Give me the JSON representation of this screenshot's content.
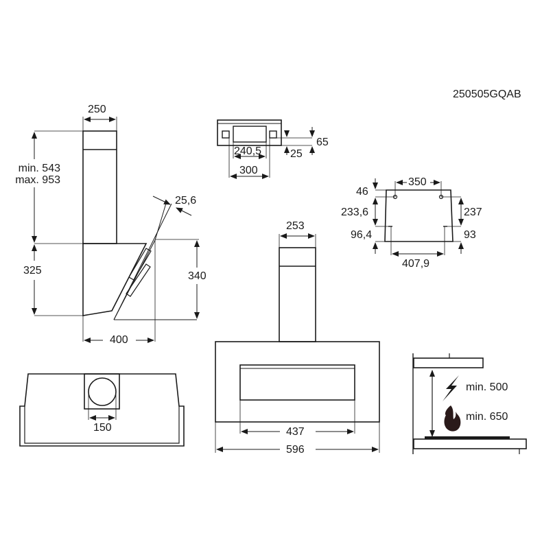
{
  "model_code": "250505GQAB",
  "colors": {
    "line": "#1a1a1a",
    "thin": "#333333",
    "background": "#ffffff",
    "icon_fill": "#2a1a1a"
  },
  "side_view": {
    "chimney_width": "250",
    "height_min": "min. 543",
    "height_max": "max. 953",
    "hood_height": "325",
    "glass_thickness": "25,6",
    "glass_height": "340",
    "depth": "400"
  },
  "bracket_view": {
    "inner_width": "240,5",
    "outer_width": "300",
    "height_small": "25",
    "height_large": "65"
  },
  "mounting_holes": {
    "top_spacing": "350",
    "top_offset": "46",
    "left_vertical": "233,6",
    "right_vertical": "237",
    "left_bottom": "96,4",
    "right_bottom": "93",
    "bottom_spacing": "407,9"
  },
  "front_view": {
    "chimney_width": "253",
    "panel_width": "437",
    "total_width": "596"
  },
  "top_view": {
    "duct_diameter": "150"
  },
  "clearance": {
    "electric_label": "min. 500",
    "gas_label": "min. 650",
    "electric_icon": "lightning-icon",
    "gas_icon": "flame-icon"
  }
}
